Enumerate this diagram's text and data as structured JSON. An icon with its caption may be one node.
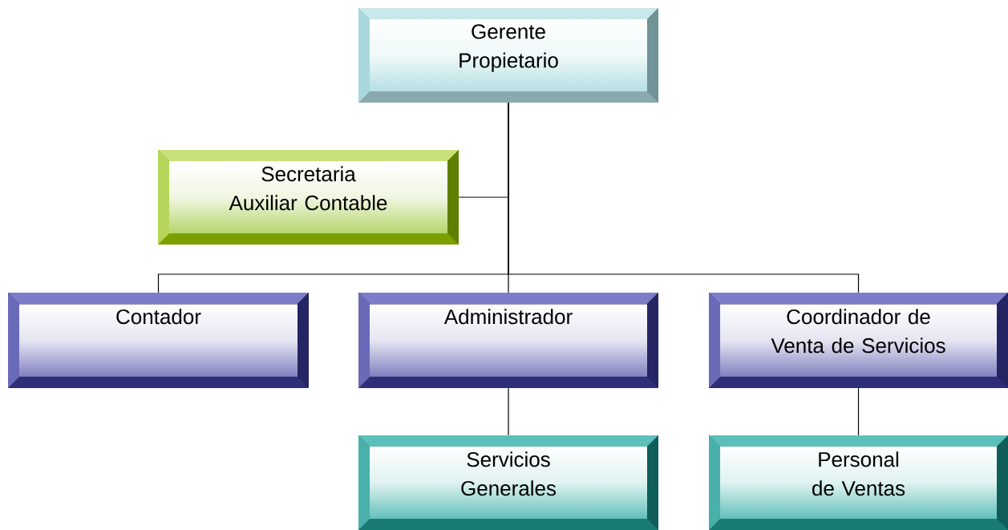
{
  "diagram": {
    "nodes": [
      {
        "text": [
          "Gerente Propietario"
        ]
      },
      {
        "text": [
          "Secretaria Auxiliar Contable"
        ]
      },
      {
        "text": [
          "Contador"
        ]
      },
      {
        "text": [
          "Administrador"
        ]
      },
      {
        "text": [
          "Coordinador de Venta de Servicios"
        ]
      },
      {
        "text": [
          "Servicios Generales"
        ]
      },
      {
        "text": [
          "Personal de Ventas"
        ]
      }
    ],
    "edges": [
      {
        "from": 0,
        "to": 1,
        "arrow": "none"
      },
      {
        "from": 0,
        "to": 2,
        "arrow": "none"
      },
      {
        "from": 0,
        "to": 3,
        "arrow": "none"
      },
      {
        "from": 0,
        "to": 4,
        "arrow": "none"
      },
      {
        "from": 3,
        "to": 5,
        "arrow": "none"
      },
      {
        "from": 4,
        "to": 6,
        "arrow": "none"
      }
    ]
  }
}
